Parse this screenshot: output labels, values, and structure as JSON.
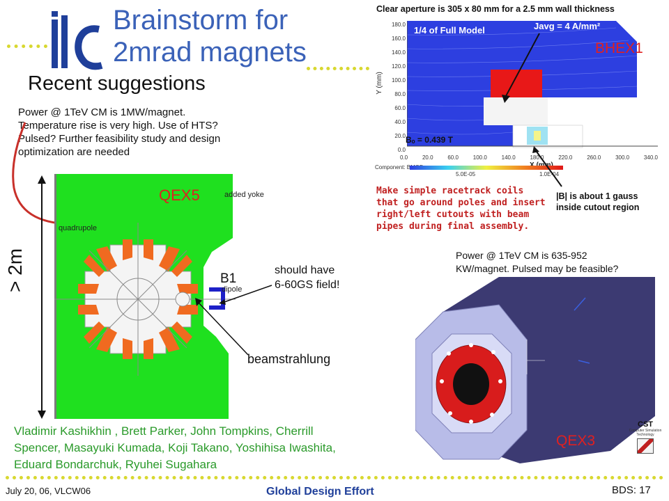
{
  "logo": "ilc",
  "title_line1": "Brainstorm for",
  "title_line2": "2mrad magnets",
  "subtitle": "Recent suggestions",
  "note_qex5": [
    "Power @ 1TeV CM is 1MW/magnet.",
    "Temperature rise is very high. Use of HTS?",
    "Pulsed? Further feasibility study and design",
    "optimization are needed"
  ],
  "qex5": {
    "label": "QEX5",
    "added_yoke": "added yoke",
    "quadrupole": "quadrupole",
    "dipole": "dipole",
    "b1": "B1",
    "size": "> 2m",
    "should_have": [
      "should have",
      "6-60GS field!"
    ],
    "beamstrahlung": "beamstrahlung"
  },
  "bhex1": {
    "label": "BHEX1",
    "header": "Clear aperture is 305 x 80 mm for a 2.5 mm wall thickness",
    "model": "1/4 of Full Model",
    "javg": "Javg = 4 A/mm²",
    "bo": "Bₒ = 0.439 T",
    "ylabel": "Y (mm)",
    "xlabel": "X (mm)",
    "yticks": [
      "180.0",
      "160.0",
      "140.0",
      "120.0",
      "100.0",
      "80.0",
      "60.0",
      "40.0",
      "20.0",
      "0.0"
    ],
    "xticks": [
      "0.0",
      "20.0",
      "60.0",
      "100.0",
      "140.0",
      "180.0",
      "220.0",
      "260.0",
      "300.0",
      "340.0"
    ],
    "component": "Component: BMOD",
    "scale_min": "5.0E-05",
    "scale_max": "1.0E-04",
    "caption": [
      "Make simple racetrack coils",
      "that go around poles and insert",
      "right/left cutouts with beam",
      "pipes during final assembly."
    ],
    "gauss_note": [
      "|B| is about 1 gauss",
      "inside cutout region"
    ]
  },
  "note_qex3": [
    "Power @ 1TeV CM is 635-952",
    "KW/magnet. Pulsed may be feasible?"
  ],
  "qex3": {
    "label": "QEX3",
    "cst": "CST",
    "cst_sub": [
      "Computer Simulation",
      "Technology"
    ]
  },
  "authors": [
    "Vladimir Kashikhin , Brett Parker, John Tompkins, Cherrill",
    "Spencer, Masayuki Kumada, Koji Takano, Yoshihisa Iwashita,",
    "Eduard Bondarchuk, Ryuhei Sugahara"
  ],
  "footer": {
    "left": "July 20, 06, VLCW06",
    "center": "Global Design Effort",
    "right": "BDS: 17"
  },
  "colors": {
    "title": "#3b62b8",
    "red_label": "#e02020",
    "authors": "#2a9a2a",
    "dots": "#d8d830",
    "yoke_green": "#1fe01f",
    "coil_orange": "#f06a20",
    "field_blue": "#2d3fe0"
  }
}
